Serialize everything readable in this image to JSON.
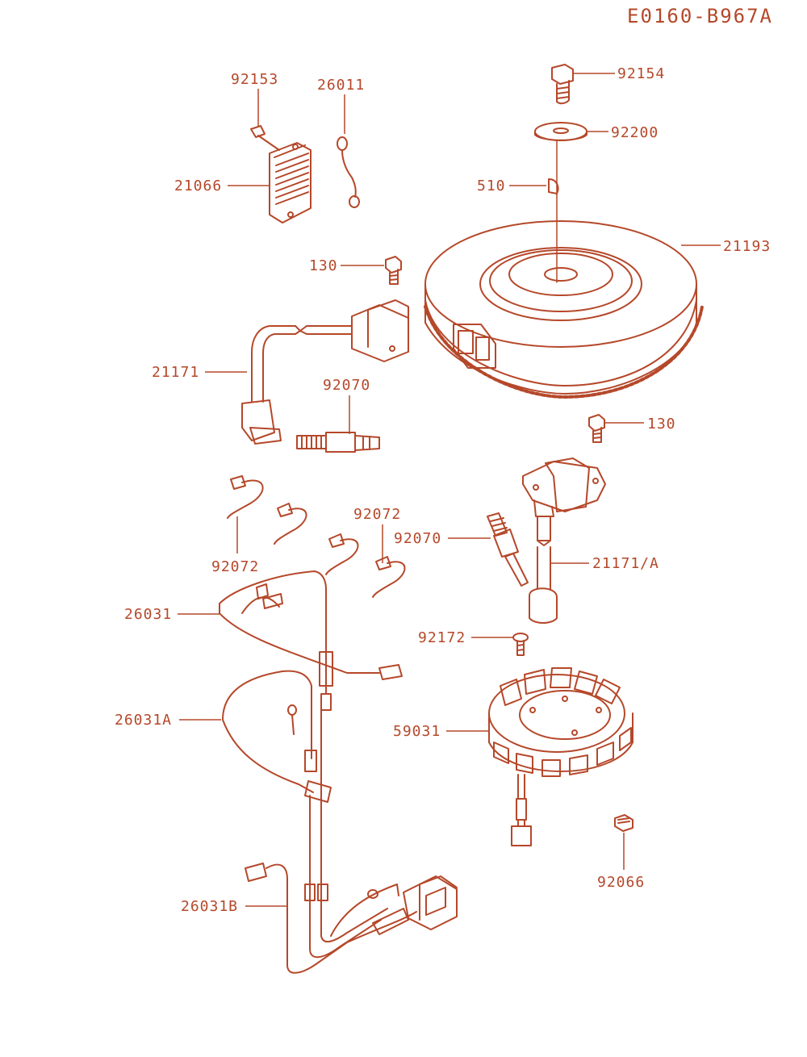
{
  "colors": {
    "ink": "#b5482a",
    "background": "#ffffff"
  },
  "diagram_code": "E0160-B967A",
  "parts": {
    "p92153": "92153",
    "p26011": "26011",
    "p21066": "21066",
    "p92154": "92154",
    "p92200": "92200",
    "p510": "510",
    "p21193": "21193",
    "p130a": "130",
    "p21171": "21171",
    "p92070a": "92070",
    "p130b": "130",
    "p92072a": "92072",
    "p92072b": "92072",
    "p92070b": "92070",
    "p21171A": "21171/A",
    "p26031": "26031",
    "p92172": "92172",
    "p26031A": "26031A",
    "p59031": "59031",
    "p92066": "92066",
    "p26031B": "26031B"
  }
}
